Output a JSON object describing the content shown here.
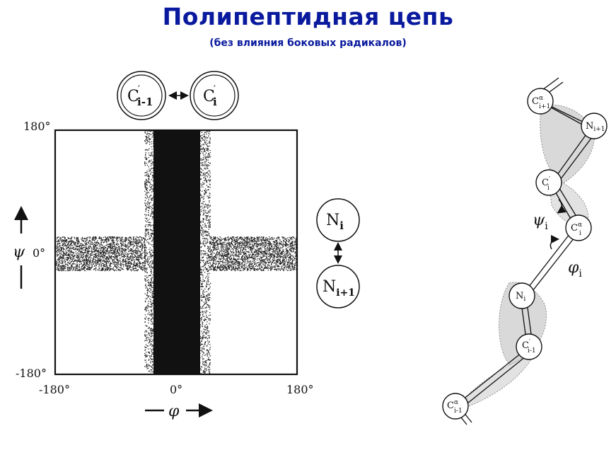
{
  "header": {
    "title": "Полипептидная цепь",
    "subtitle": "(без влияния боковых радикалов)"
  },
  "plot": {
    "y_top": "180°",
    "y_mid": "0°",
    "y_bottom": "-180°",
    "x_left": "-180°",
    "x_mid": "0°",
    "x_right": "180°",
    "y_axis_symbol": "ψ",
    "x_axis_symbol": "φ"
  },
  "clash_labels": {
    "c_prev": {
      "base": "C",
      "sup": "′",
      "sub": "i-1"
    },
    "c_curr": {
      "base": "C",
      "sup": "′",
      "sub": "i"
    },
    "n_curr": {
      "base": "N",
      "sub": "i"
    },
    "n_next": {
      "base": "N",
      "sub": "i+1"
    }
  },
  "chain": {
    "atoms": [
      {
        "base": "C",
        "sup": "α",
        "sub": "i+1"
      },
      {
        "base": "N",
        "sub": "i+1"
      },
      {
        "base": "C",
        "sup": "′",
        "sub": "i"
      },
      {
        "base": "C",
        "sup": "α",
        "sub": "i"
      },
      {
        "base": "N",
        "sub": "i"
      },
      {
        "base": "C",
        "sup": "′",
        "sub": "i-1"
      },
      {
        "base": "C",
        "sup": "α",
        "sub": "i-1"
      }
    ],
    "psi_label": {
      "base": "ψ",
      "sub": "i"
    },
    "phi_label": {
      "base": "φ",
      "sub": "i"
    }
  },
  "colors": {
    "title": "#0a1a9e",
    "ink": "#111111",
    "background": "#ffffff"
  }
}
